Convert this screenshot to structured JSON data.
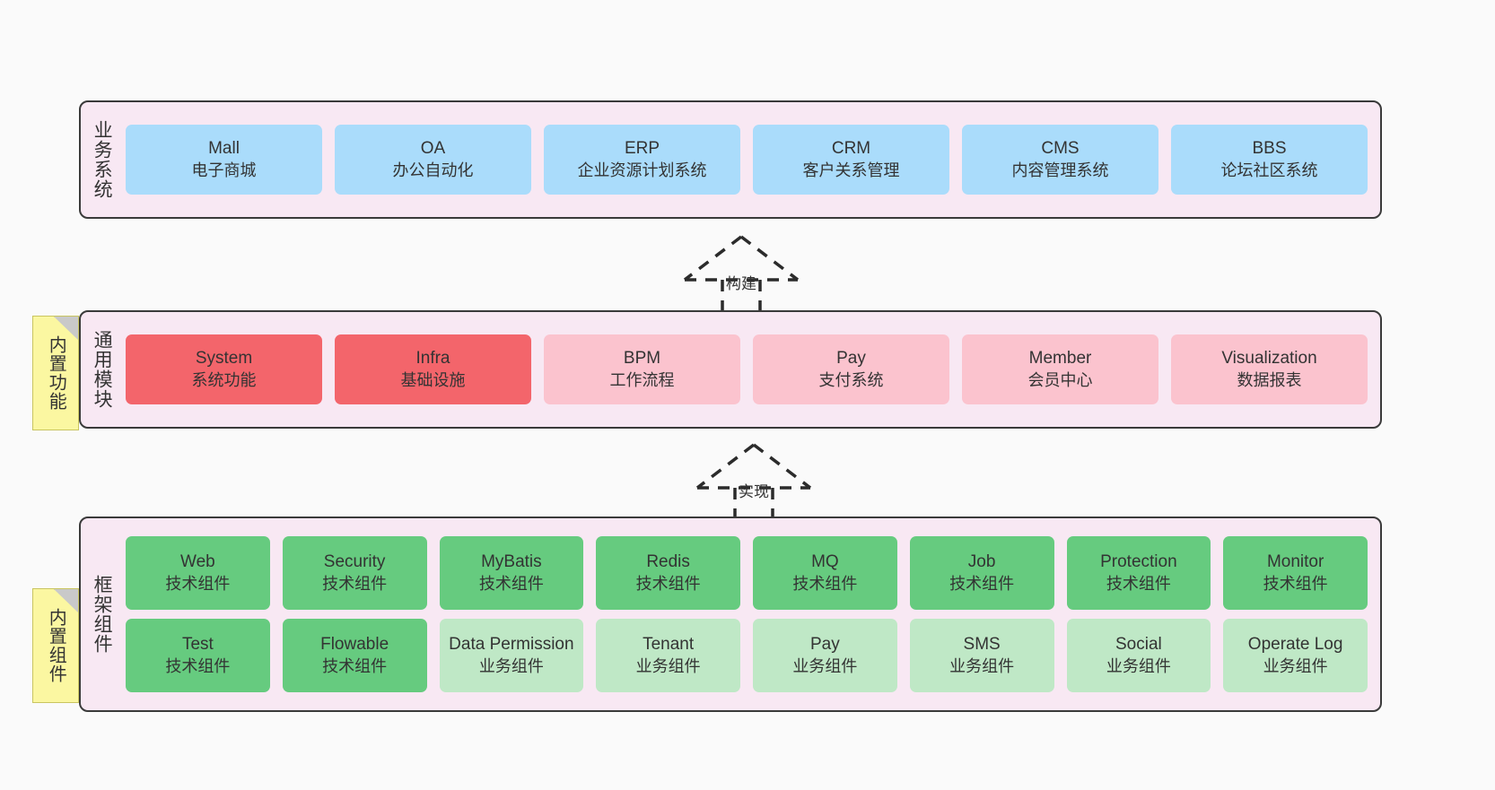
{
  "diagram": {
    "background_color": "#fafafa",
    "layer_fill": "#f8e8f3",
    "layer_border": "#3a3a3a",
    "note_fill": "#fbf7a1",
    "colors": {
      "business_system": "#aadcfb",
      "core_module": "#f3656b",
      "module": "#fbc3ce",
      "tech_component": "#66cb7f",
      "biz_component": "#bfe8c6"
    }
  },
  "layers": [
    {
      "id": "business-systems",
      "title": "业务系统",
      "nodes": [
        {
          "en": "Mall",
          "cn": "电子商城"
        },
        {
          "en": "OA",
          "cn": "办公自动化"
        },
        {
          "en": "ERP",
          "cn": "企业资源计划系统"
        },
        {
          "en": "CRM",
          "cn": "客户关系管理"
        },
        {
          "en": "CMS",
          "cn": "内容管理系统"
        },
        {
          "en": "BBS",
          "cn": "论坛社区系统"
        }
      ]
    },
    {
      "id": "common-modules",
      "title": "通用模块",
      "note": "内置功能",
      "nodes": [
        {
          "en": "System",
          "cn": "系统功能",
          "style": "red"
        },
        {
          "en": "Infra",
          "cn": "基础设施",
          "style": "red"
        },
        {
          "en": "BPM",
          "cn": "工作流程",
          "style": "pink"
        },
        {
          "en": "Pay",
          "cn": "支付系统",
          "style": "pink"
        },
        {
          "en": "Member",
          "cn": "会员中心",
          "style": "pink"
        },
        {
          "en": "Visualization",
          "cn": "数据报表",
          "style": "pink"
        }
      ]
    },
    {
      "id": "framework-components",
      "title": "框架组件",
      "note": "内置组件",
      "rows": [
        [
          {
            "en": "Web",
            "cn": "技术组件",
            "style": "green"
          },
          {
            "en": "Security",
            "cn": "技术组件",
            "style": "green"
          },
          {
            "en": "MyBatis",
            "cn": "技术组件",
            "style": "green"
          },
          {
            "en": "Redis",
            "cn": "技术组件",
            "style": "green"
          },
          {
            "en": "MQ",
            "cn": "技术组件",
            "style": "green"
          },
          {
            "en": "Job",
            "cn": "技术组件",
            "style": "green"
          },
          {
            "en": "Protection",
            "cn": "技术组件",
            "style": "green"
          },
          {
            "en": "Monitor",
            "cn": "技术组件",
            "style": "green"
          }
        ],
        [
          {
            "en": "Test",
            "cn": "技术组件",
            "style": "green"
          },
          {
            "en": "Flowable",
            "cn": "技术组件",
            "style": "green"
          },
          {
            "en": "Data Permission",
            "cn": "业务组件",
            "style": "lightgreen"
          },
          {
            "en": "Tenant",
            "cn": "业务组件",
            "style": "lightgreen"
          },
          {
            "en": "Pay",
            "cn": "业务组件",
            "style": "lightgreen"
          },
          {
            "en": "SMS",
            "cn": "业务组件",
            "style": "lightgreen"
          },
          {
            "en": "Social",
            "cn": "业务组件",
            "style": "lightgreen"
          },
          {
            "en": "Operate Log",
            "cn": "业务组件",
            "style": "lightgreen"
          }
        ]
      ]
    }
  ],
  "connectors": [
    {
      "id": "build",
      "label": "构建"
    },
    {
      "id": "implement",
      "label": "实现"
    }
  ]
}
